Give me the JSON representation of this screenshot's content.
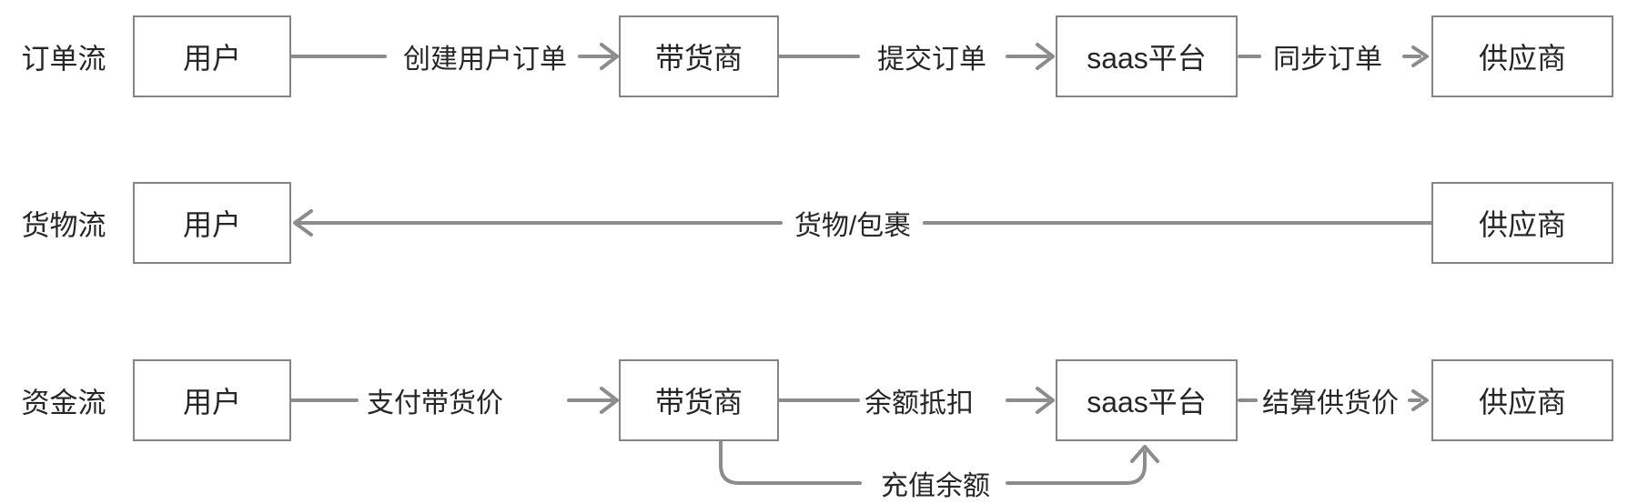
{
  "rows": {
    "order": {
      "label": "订单流",
      "nodes": {
        "user": "用户",
        "merchant": "带货商",
        "saas": "saas平台",
        "supplier": "供应商"
      },
      "edges": {
        "create": "创建用户订单",
        "submit": "提交订单",
        "sync": "同步订单"
      }
    },
    "goods": {
      "label": "货物流",
      "nodes": {
        "user": "用户",
        "supplier": "供应商"
      },
      "edges": {
        "ship": "货物/包裹"
      }
    },
    "money": {
      "label": "资金流",
      "nodes": {
        "user": "用户",
        "merchant": "带货商",
        "saas": "saas平台",
        "supplier": "供应商"
      },
      "edges": {
        "pay": "支付带货价",
        "deduct": "余额抵扣",
        "settle": "结算供货价",
        "recharge": "充值余额"
      }
    }
  },
  "colors": {
    "line": "#8c8c8c",
    "box_border": "#848484",
    "text": "#262626",
    "background": "#ffffff"
  }
}
